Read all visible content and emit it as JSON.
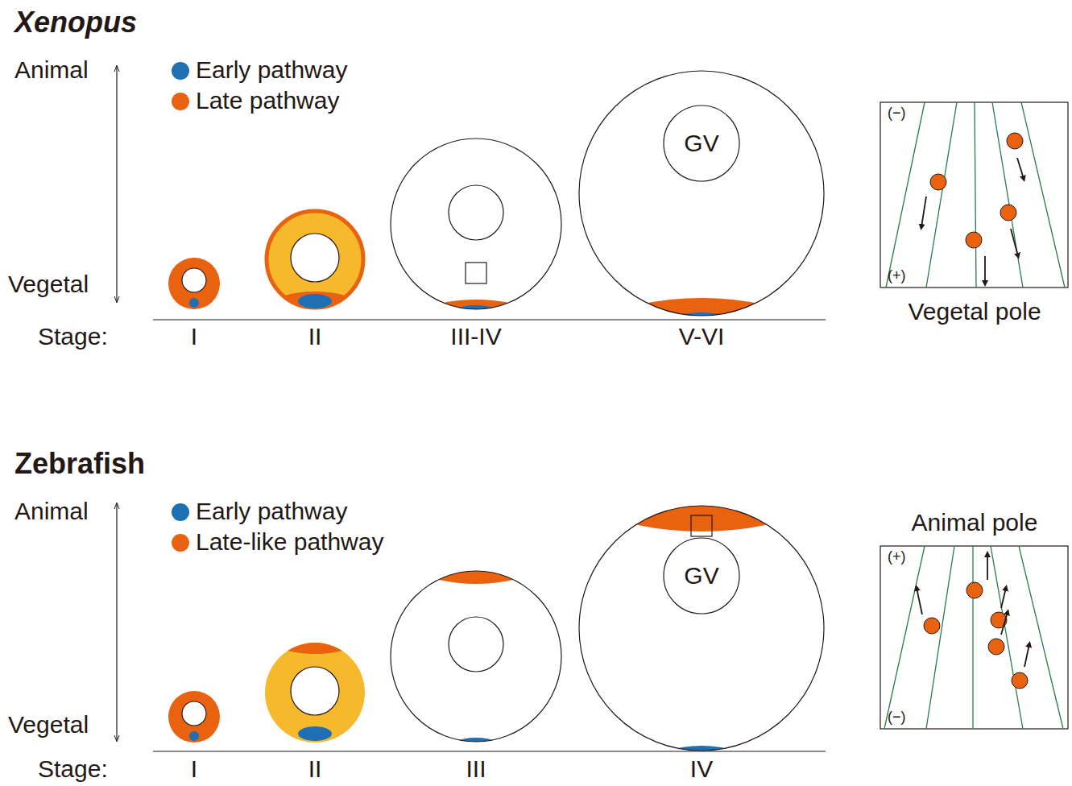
{
  "diagram": {
    "nodes": [
      {
        "text": [
          "GV"
        ]
      },
      {
        "text": [
          "GV"
        ]
      }
    ],
    "labels": [
      "Xenopus",
      "Animal",
      "Vegetal",
      "Stage:",
      "I",
      "II",
      "III-IV",
      "V-VI",
      "(−)",
      "(+)",
      "Vegetal pole",
      "Zebrafish",
      "Animal",
      "Vegetal",
      "Stage:",
      "I",
      "II",
      "III",
      "IV",
      "Animal pole",
      "(+)",
      "(−)"
    ],
    "legend": [
      {
        "text": "Early pathway",
        "color": "#1f6fb5"
      },
      {
        "text": "Late pathway",
        "color": "#e8620f"
      },
      {
        "text": "Early pathway",
        "color": "#1f6fb5"
      },
      {
        "text": "Late-like pathway",
        "color": "#e8620f"
      }
    ]
  }
}
